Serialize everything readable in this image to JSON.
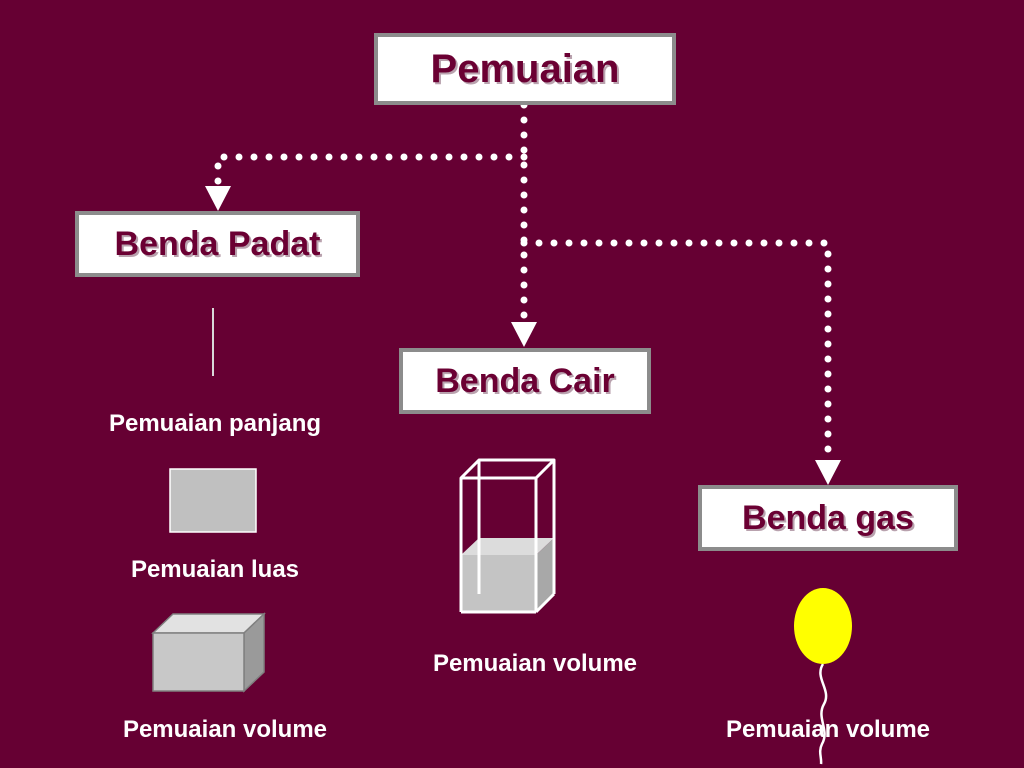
{
  "diagram": {
    "root": {
      "label": "Pemuaian"
    },
    "categories": [
      {
        "label": "Benda Padat",
        "expansions": [
          "Pemuaian panjang",
          "Pemuaian luas",
          "Pemuaian volume"
        ]
      },
      {
        "label": "Benda Cair",
        "expansions": [
          "Pemuaian volume"
        ]
      },
      {
        "label": "Benda gas",
        "expansions": [
          "Pemuaian volume"
        ]
      }
    ]
  },
  "colors": {
    "background": "#660033",
    "box_fill": "#ffffff",
    "box_border": "#8c8c8c",
    "box_text": "#6b0033",
    "connector": "#ffffff",
    "caption_text": "#ffffff",
    "shape_gray": "#c0c0c0",
    "balloon": "#ffff00"
  },
  "icons": {
    "solid_length": "line-rod-icon",
    "solid_area": "flat-square-icon",
    "solid_volume": "cube-icon",
    "liquid": "beaker-with-liquid-icon",
    "gas": "balloon-icon"
  }
}
